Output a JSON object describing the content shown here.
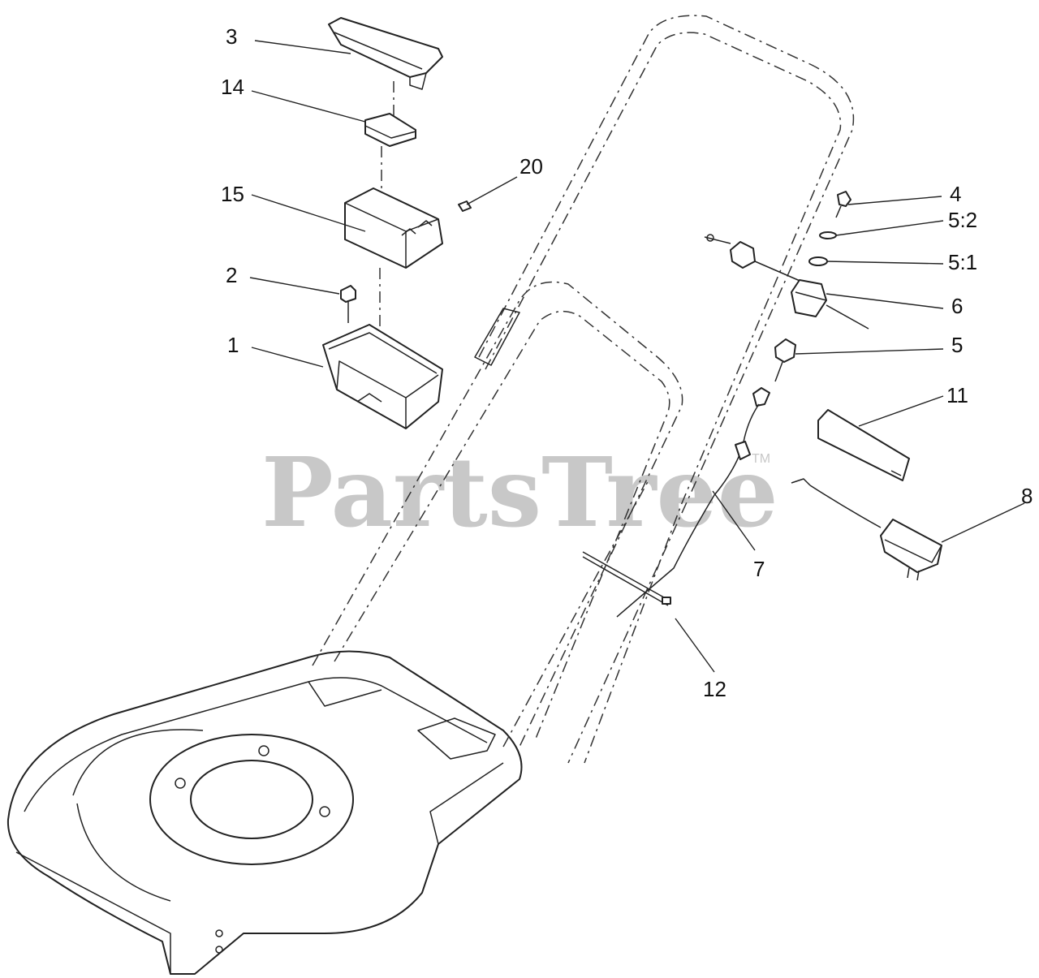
{
  "watermark": {
    "brand": "PartsTree",
    "mark": "TM"
  },
  "callouts": {
    "c1": "1",
    "c2": "2",
    "c3": "3",
    "c4": "4",
    "c5": "5",
    "c5_1": "5:1",
    "c5_2": "5:2",
    "c6": "6",
    "c7": "7",
    "c8": "8",
    "c11": "11",
    "c12": "12",
    "c14": "14",
    "c15": "15",
    "c20": "20"
  }
}
